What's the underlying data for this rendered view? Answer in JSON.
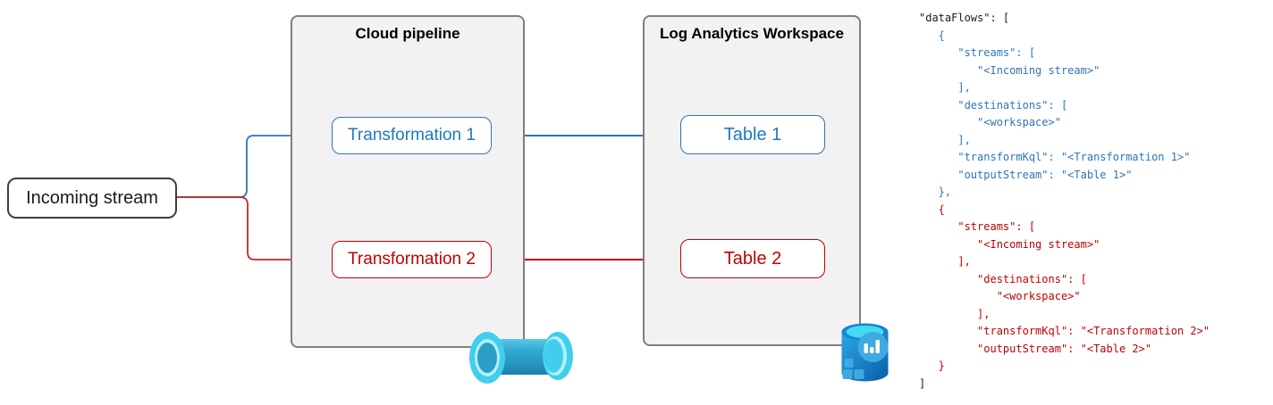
{
  "diagram": {
    "incoming_stream": {
      "label": "Incoming stream"
    },
    "cloud_pipeline": {
      "title": "Cloud pipeline",
      "nodes": [
        {
          "label": "Transformation 1",
          "color": "blue"
        },
        {
          "label": "Transformation 2",
          "color": "red"
        }
      ]
    },
    "log_analytics": {
      "title": "Log Analytics Workspace",
      "nodes": [
        {
          "label": "Table 1",
          "color": "blue"
        },
        {
          "label": "Table 2",
          "color": "red"
        }
      ]
    },
    "flows": [
      {
        "from": "Incoming stream",
        "via": "Transformation 1",
        "to": "Table 1",
        "color": "blue"
      },
      {
        "from": "Incoming stream",
        "via": "Transformation 2",
        "to": "Table 2",
        "color": "red"
      }
    ],
    "icons": [
      {
        "name": "pipeline-pipe-icon"
      },
      {
        "name": "log-analytics-workspace-icon"
      }
    ]
  },
  "colors": {
    "blue": "#2e75b6",
    "red": "#c00000",
    "dark_red_stub": "#9e1b1b",
    "container_fill": "#f2f2f2",
    "container_border": "#7f7f7f",
    "node_border_dark": "#3f3f3f",
    "pipe_cyan": "#40ceec",
    "pipe_teal": "#2392bc",
    "db_blue": "#1186d4",
    "db_cyan": "#46d9f2"
  },
  "code": {
    "lines": [
      {
        "text": "\"dataFlows\": [",
        "color": "black"
      },
      {
        "text": "   {",
        "color": "blue"
      },
      {
        "text": "      \"streams\": [",
        "color": "blue"
      },
      {
        "text": "         \"<Incoming stream>\"",
        "color": "blue"
      },
      {
        "text": "      ],",
        "color": "blue"
      },
      {
        "text": "      \"destinations\": [",
        "color": "blue"
      },
      {
        "text": "         \"<workspace>\"",
        "color": "blue"
      },
      {
        "text": "      ],",
        "color": "blue"
      },
      {
        "text": "      \"transformKql\": \"<Transformation 1>\"",
        "color": "blue"
      },
      {
        "text": "      \"outputStream\": \"<Table 1>\"",
        "color": "blue"
      },
      {
        "text": "   },",
        "color": "blue"
      },
      {
        "text": "   {",
        "color": "red"
      },
      {
        "text": "      \"streams\": [",
        "color": "red"
      },
      {
        "text": "         \"<Incoming stream>\"",
        "color": "red"
      },
      {
        "text": "      ],",
        "color": "red"
      },
      {
        "text": "         \"destinations\": [",
        "color": "red"
      },
      {
        "text": "            \"<workspace>\"",
        "color": "red"
      },
      {
        "text": "         ],",
        "color": "red"
      },
      {
        "text": "         \"transformKql\": \"<Transformation 2>\"",
        "color": "red"
      },
      {
        "text": "         \"outputStream\": \"<Table 2>\"",
        "color": "red"
      },
      {
        "text": "   }",
        "color": "red"
      },
      {
        "text": "]",
        "color": "black"
      }
    ]
  }
}
